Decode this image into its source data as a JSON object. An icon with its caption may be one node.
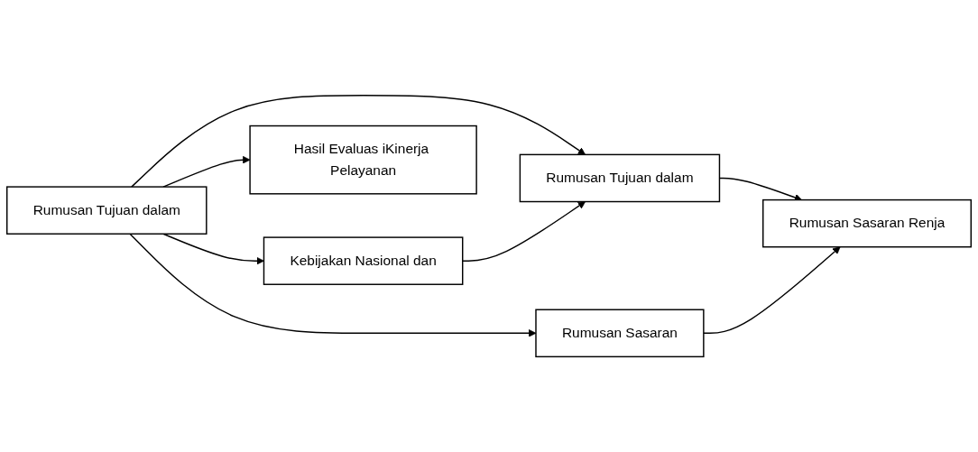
{
  "diagram": {
    "nodes": [
      {
        "text": [
          "Kebijakan Nasional dan"
        ]
      },
      {
        "text": [
          "Rumusan Tujuan dalam"
        ]
      },
      {
        "text": [
          "Rumusan Tujuan dalam"
        ]
      },
      {
        "text": [
          "Rumusan Sasaran Renja"
        ]
      },
      {
        "text": [
          "Hasil Evaluas iKinerja Pelayanan"
        ]
      },
      {
        "text": [
          "Rumusan Sasaran"
        ]
      }
    ],
    "edges": [
      {
        "from": 1,
        "to": 0,
        "arrow": "to"
      },
      {
        "from": 1,
        "to": 2,
        "arrow": "to"
      },
      {
        "from": 1,
        "to": 5,
        "arrow": "to"
      },
      {
        "from": 1,
        "to": 4,
        "arrow": "to"
      },
      {
        "from": 0,
        "to": 2,
        "arrow": "to"
      },
      {
        "from": 2,
        "to": 3,
        "arrow": "to"
      },
      {
        "from": 5,
        "to": 3,
        "arrow": "to"
      }
    ]
  }
}
